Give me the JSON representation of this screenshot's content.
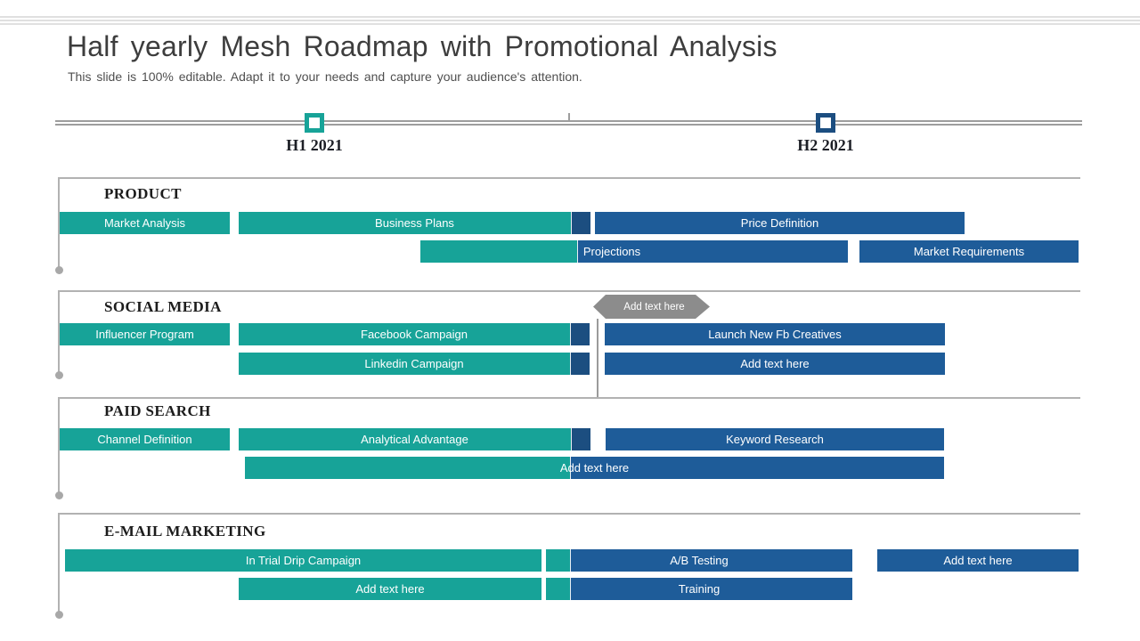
{
  "slide": {
    "title": "Half yearly Mesh Roadmap with Promotional Analysis",
    "subtitle": "This slide is 100% editable. Adapt it to your needs and capture your audience's attention."
  },
  "timeline": {
    "h1_label": "H1 2021",
    "h2_label": "H2 2021"
  },
  "callout": {
    "label": "Add text here"
  },
  "colors": {
    "teal": "#17A398",
    "blue": "#1E5C99",
    "dark_blue": "#1C4E80",
    "callout_gray": "#8C8C8C",
    "line_gray": "#9D9D9D"
  },
  "sections": [
    {
      "title": "PRODUCT",
      "rows": [
        {
          "bars": [
            {
              "label": "Market Analysis"
            },
            {
              "label": "Business Plans"
            },
            {
              "label": "Price Definition"
            }
          ]
        },
        {
          "bars": [
            {
              "label": "Projections"
            },
            {
              "label": "Market Requirements"
            }
          ]
        }
      ]
    },
    {
      "title": "SOCIAL MEDIA",
      "rows": [
        {
          "bars": [
            {
              "label": "Influencer Program"
            },
            {
              "label": "Facebook Campaign"
            },
            {
              "label": "Launch New Fb Creatives"
            }
          ]
        },
        {
          "bars": [
            {
              "label": "Linkedin Campaign"
            },
            {
              "label": "Add text here"
            }
          ]
        }
      ]
    },
    {
      "title": "PAID SEARCH",
      "rows": [
        {
          "bars": [
            {
              "label": "Channel Definition"
            },
            {
              "label": "Analytical Advantage"
            },
            {
              "label": "Keyword Research"
            }
          ]
        },
        {
          "bars": [
            {
              "label": "Add text here"
            }
          ]
        }
      ]
    },
    {
      "title": "E-MAIL MARKETING",
      "rows": [
        {
          "bars": [
            {
              "label": "In Trial Drip Campaign"
            },
            {
              "label": "A/B Testing"
            },
            {
              "label": "Add text here"
            }
          ]
        },
        {
          "bars": [
            {
              "label": "Add text here"
            },
            {
              "label": "Training"
            }
          ]
        }
      ]
    }
  ]
}
